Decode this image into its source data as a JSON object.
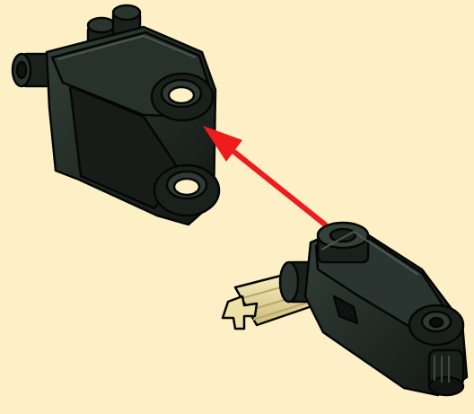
{
  "illustration": {
    "background_color": "#fdf0c6",
    "part_color": "#1e2420",
    "part_highlight_color": "#3c4842",
    "outline_color": "#050706",
    "axle_color": "#efe2a6",
    "axle_shadow_color": "#b9a86a",
    "arrow_color": "#ee1c1c",
    "parts": [
      {
        "name": "steering-knuckle-bracket",
        "description_icon": "bracket-icon"
      },
      {
        "name": "steering-arm-with-axle",
        "description_icon": "axle-icon"
      }
    ],
    "arrow": {
      "direction": "up-left",
      "icon": "insertion-arrow-icon"
    }
  }
}
